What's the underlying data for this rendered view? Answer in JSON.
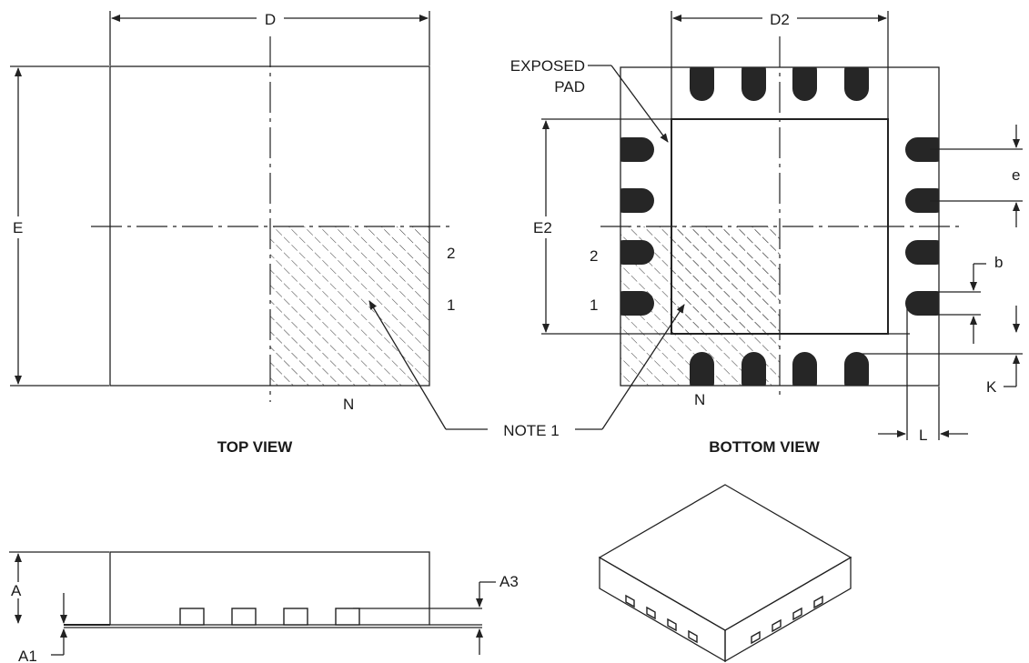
{
  "top_view": {
    "caption": "TOP VIEW",
    "dim_width": "D",
    "dim_height": "E",
    "pin_labels": [
      "2",
      "1"
    ],
    "corner_label": "N"
  },
  "bottom_view": {
    "caption": "BOTTOM VIEW",
    "dim_pad_width": "D2",
    "dim_pad_height": "E2",
    "exposed_pad_label": [
      "EXPOSED",
      "PAD"
    ],
    "pitch": "e",
    "pin_width": "b",
    "pad_to_pin": "K",
    "pin_length": "L",
    "pin_labels": [
      "2",
      "1"
    ],
    "corner_label": "N"
  },
  "note_label": "NOTE 1",
  "side_view": {
    "height": "A",
    "standoff": "A1",
    "terminal_thickness": "A3"
  }
}
